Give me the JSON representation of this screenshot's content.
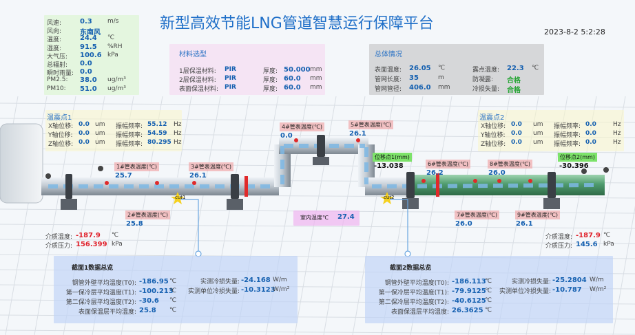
{
  "title": "新型高效节能LNG管道智慧运行保障平台",
  "datetime": "2023-8-2 5:2:28",
  "weather": [
    {
      "label": "风速:",
      "value": "0.3",
      "unit": "m/s"
    },
    {
      "label": "风向:",
      "value": "东南风",
      "unit": ""
    },
    {
      "label": "温度:",
      "value": "24.4",
      "unit": "℃"
    },
    {
      "label": "湿度:",
      "value": "91.5",
      "unit": "%RH"
    },
    {
      "label": "大气压:",
      "value": "100.6",
      "unit": "kPa"
    },
    {
      "label": "总辐射:",
      "value": "0.0",
      "unit": ""
    },
    {
      "label": "瞬时雨量:",
      "value": "0.0",
      "unit": ""
    },
    {
      "label": "PM2.5:",
      "value": "38.0",
      "unit": "ug/m³"
    },
    {
      "label": "PM10:",
      "value": "51.0",
      "unit": "ug/m³"
    }
  ],
  "material": {
    "title": "材料选型",
    "rows": [
      {
        "label": "1层保温材料:",
        "value": "PIR",
        "tlabel": "厚度:",
        "tvalue": "50.000",
        "tunit": "mm"
      },
      {
        "label": "2层保温材料:",
        "value": "PIR",
        "tlabel": "厚度:",
        "tvalue": "60.0",
        "tunit": "mm"
      },
      {
        "label": "表面保温材料:",
        "value": "PIR",
        "tlabel": "厚度:",
        "tvalue": "60.0",
        "tunit": "mm"
      }
    ]
  },
  "overview": {
    "title": "总体情况",
    "left": [
      {
        "label": "表面温度:",
        "value": "26.05",
        "unit": "℃"
      },
      {
        "label": "管网长度:",
        "value": "35",
        "unit": "m"
      },
      {
        "label": "管网管径:",
        "value": "406.0",
        "unit": "mm"
      }
    ],
    "right": [
      {
        "label": "露点温度:",
        "value": "22.3",
        "unit": "℃"
      },
      {
        "label": "防凝露:",
        "value": "合格"
      },
      {
        "label": "冷损失量:",
        "value": "合格"
      }
    ]
  },
  "vib1": {
    "title": "温震点1",
    "rows": [
      {
        "label": "X轴位移:",
        "value": "0.0",
        "unit": "um",
        "flabel": "振幅频率:",
        "fvalue": "55.12",
        "funit": "Hz"
      },
      {
        "label": "Y轴位移:",
        "value": "0.0",
        "unit": "um",
        "flabel": "振幅频率:",
        "fvalue": "54.59",
        "funit": "Hz"
      },
      {
        "label": "Z轴位移:",
        "value": "0.0",
        "unit": "um",
        "flabel": "振幅频率:",
        "fvalue": "80.295",
        "funit": "Hz"
      }
    ]
  },
  "vib2": {
    "title": "温震点2",
    "rows": [
      {
        "label": "X轴位移:",
        "value": "0.0",
        "unit": "um",
        "flabel": "振幅频率:",
        "fvalue": "0.0",
        "funit": "Hz"
      },
      {
        "label": "Y轴位移:",
        "value": "0.0",
        "unit": "um",
        "flabel": "振幅频率:",
        "fvalue": "0.0",
        "funit": "Hz"
      },
      {
        "label": "Z轴位移:",
        "value": "0.0",
        "unit": "um",
        "flabel": "振幅频率:",
        "fvalue": "0.0",
        "funit": "Hz"
      }
    ]
  },
  "pipe_tags": [
    {
      "label": "1#管表温度(℃)",
      "value": "25.7"
    },
    {
      "label": "2#管表温度(℃)",
      "value": "25.8"
    },
    {
      "label": "3#管表温度(℃)",
      "value": "26.1"
    },
    {
      "label": "4#管表温度(℃)",
      "value": "0.0"
    },
    {
      "label": "5#管表温度(℃)",
      "value": "26.1"
    },
    {
      "label": "6#管表温度(℃)",
      "value": "26.2"
    },
    {
      "label": "7#管表温度(℃)",
      "value": "26.0"
    },
    {
      "label": "8#管表温度(℃)",
      "value": "26.0"
    },
    {
      "label": "9#管表温度(℃)",
      "value": "26.1"
    }
  ],
  "disp1": {
    "label": "位移点1(mm)",
    "value": "-13.038"
  },
  "disp2": {
    "label": "位移点2(mm)",
    "value": "-30.396"
  },
  "room": {
    "label": "室内温度℃",
    "value": "27.4"
  },
  "cut1": "cut1",
  "cut2": "cut2",
  "medium_left": [
    {
      "label": "介质温度:",
      "value": "-187.9",
      "unit": "℃"
    },
    {
      "label": "介质压力:",
      "value": "156.399",
      "unit": "kPa"
    }
  ],
  "medium_right": [
    {
      "label": "介质温度:",
      "value": "-187.9",
      "unit": "℃"
    },
    {
      "label": "介质压力:",
      "value": "145.6",
      "unit": "kPa"
    }
  ],
  "sec1": {
    "title": "截面1数据总览",
    "left": [
      {
        "label": "钢管外壁平均温度(T0):",
        "value": "-186.95",
        "unit": "℃"
      },
      {
        "label": "第一保冷层平均温度(T1):",
        "value": "-100.213",
        "unit": "℃"
      },
      {
        "label": "第二保冷层平均温度(T2):",
        "value": "-30.6",
        "unit": "℃"
      },
      {
        "label": "表面保温层平均温度:",
        "value": "25.8",
        "unit": "℃"
      }
    ],
    "right": [
      {
        "label": "实测冷损失量:",
        "value": "-24.168",
        "unit": "W/m"
      },
      {
        "label": "实测单位冷损失量:",
        "value": "-10.3123",
        "unit": "W/m²"
      }
    ]
  },
  "sec2": {
    "title": "截面2数据总览",
    "left": [
      {
        "label": "钢管外壁平均温度(T0):",
        "value": "-186.113",
        "unit": "℃"
      },
      {
        "label": "第一保冷层平均温度(T1):",
        "value": "-79.9125",
        "unit": "℃"
      },
      {
        "label": "第二保冷层平均温度(T2):",
        "value": "-40.6125",
        "unit": "℃"
      },
      {
        "label": "表面保温层平均温度:",
        "value": "26.3625",
        "unit": "℃"
      }
    ],
    "right": [
      {
        "label": "实测冷损失量:",
        "value": "-25.2804",
        "unit": "W/m"
      },
      {
        "label": "实测单位冷损失量:",
        "value": "-10.787",
        "unit": "W/m²"
      }
    ]
  },
  "colors": {
    "accent": "#2a72c4",
    "value": "#1560b0",
    "red": "#e0202a",
    "green": "#27a535",
    "pipe_green": "#4c9a6a",
    "pipe_silver": "#c7ced6"
  }
}
